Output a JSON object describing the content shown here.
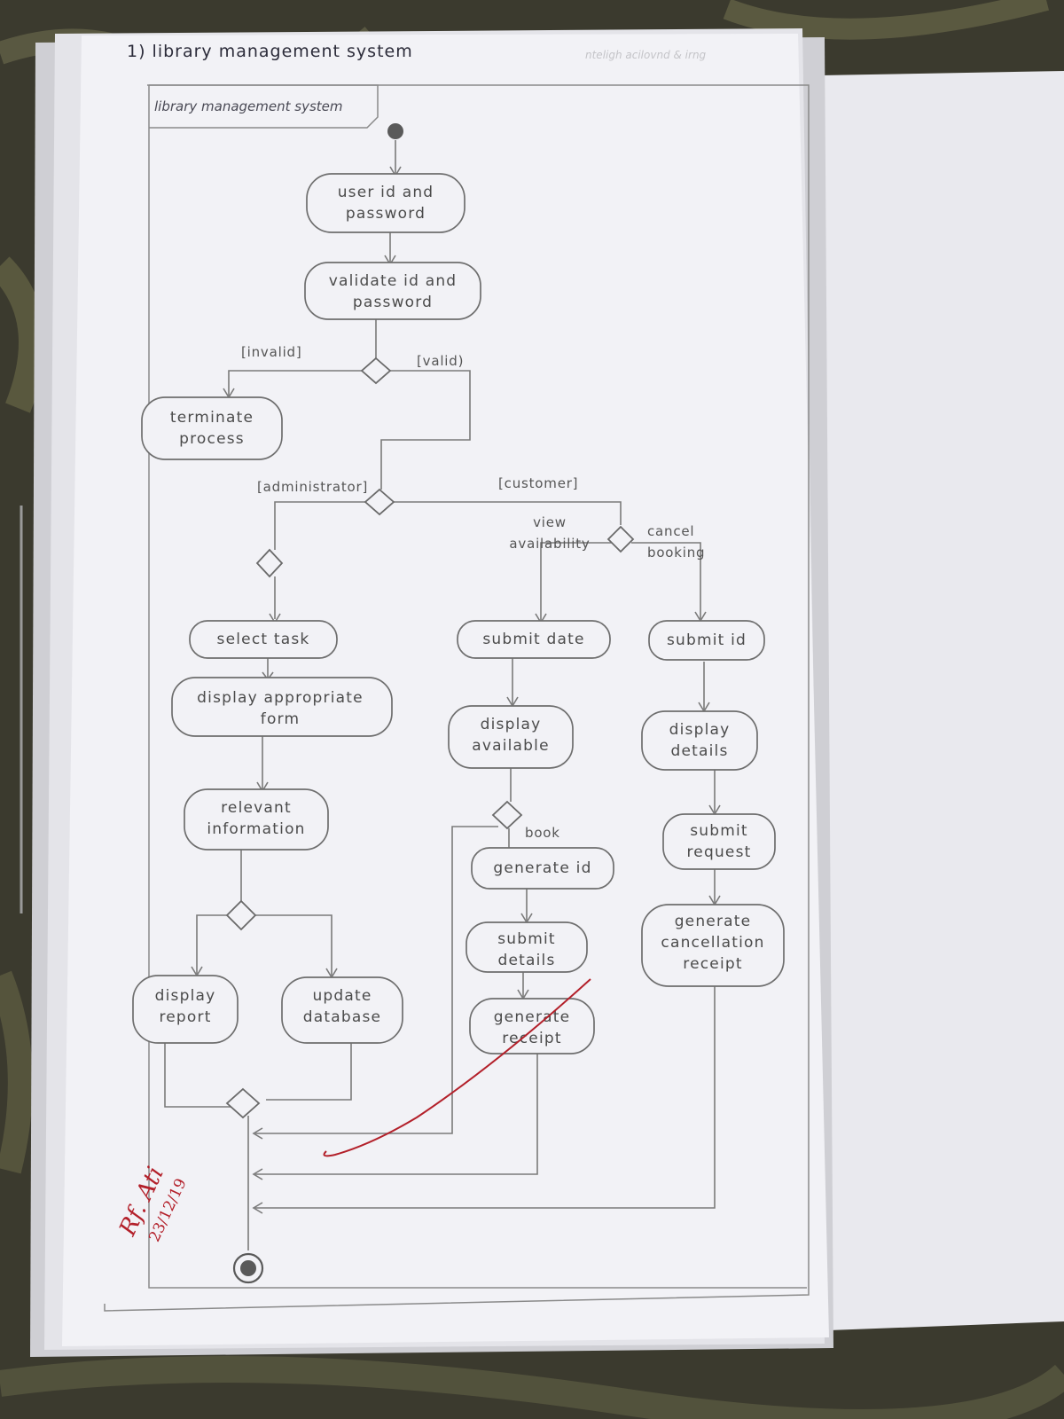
{
  "page_title": "1) library management system",
  "faint_header": "nteligh acilovnd & irng",
  "frame_label": "library management system",
  "nodes": {
    "login": "user id and|password",
    "validate": "validate id and|password",
    "terminate": "terminate|process",
    "select_task": "select task",
    "display_form": "display appropriate|form",
    "relevant_info": "relevant|information",
    "display_report": "display|report",
    "update_db": "update|database",
    "submit_date": "submit date",
    "display_available": "display|available",
    "generate_id": "generate id",
    "submit_details": "submit|details",
    "generate_receipt": "generate|receipt",
    "submit_id": "submit id",
    "display_details": "display|details",
    "submit_request": "submit|request",
    "generate_cancellation": "generate|cancellation|receipt"
  },
  "guards": {
    "invalid": "[invalid]",
    "valid": "[valid)",
    "administrator": "[administrator]",
    "customer": "[customer]",
    "view_availability": "view|availability",
    "cancel_booking": "cancel|booking",
    "book": "book"
  },
  "signature": {
    "initials": "Rf. Ati",
    "date": "23/12/19"
  },
  "colors": {
    "paper": "#f2f2f6",
    "pencil": "#6a6a6a",
    "ink": "#b3202a"
  }
}
